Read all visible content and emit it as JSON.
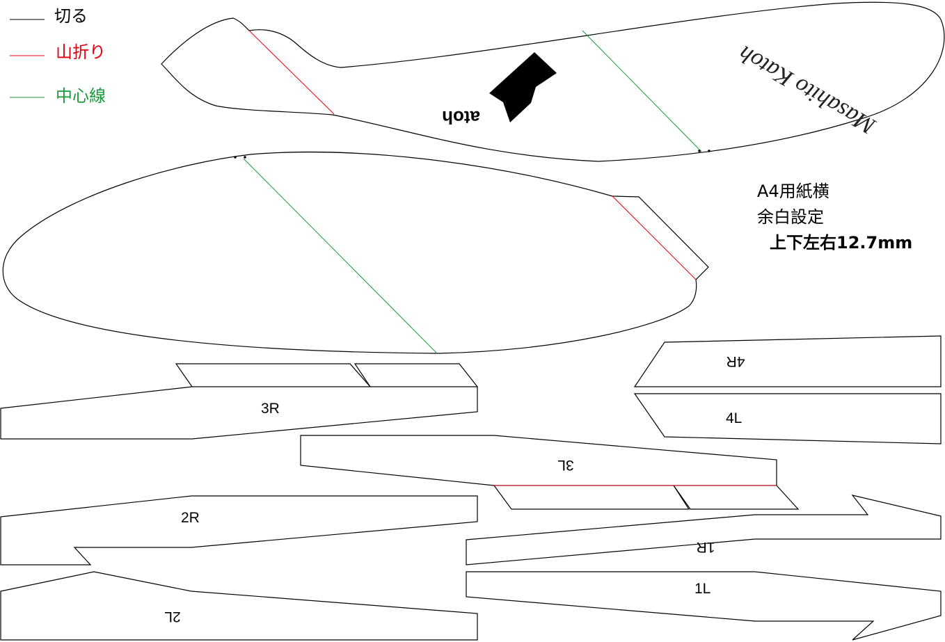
{
  "legend": {
    "cut": {
      "label": "切る",
      "color": "#000000"
    },
    "mountain_fold": {
      "label": "山折り",
      "color": "#e8000f"
    },
    "center_line": {
      "label": "中心線",
      "color": "#1a9a3a"
    }
  },
  "print_note": {
    "line1": "A4用紙横",
    "line2": "余白設定",
    "line3": "上下左右12.7mm"
  },
  "signature": "Masahito Katoh",
  "logo_text": "atoh",
  "parts": {
    "p3R": "3R",
    "p4R": "4R",
    "p4L": "4L",
    "p3L": "3L",
    "p2R": "2R",
    "p2L": "2L",
    "p1R": "1R",
    "p1L": "1L"
  }
}
